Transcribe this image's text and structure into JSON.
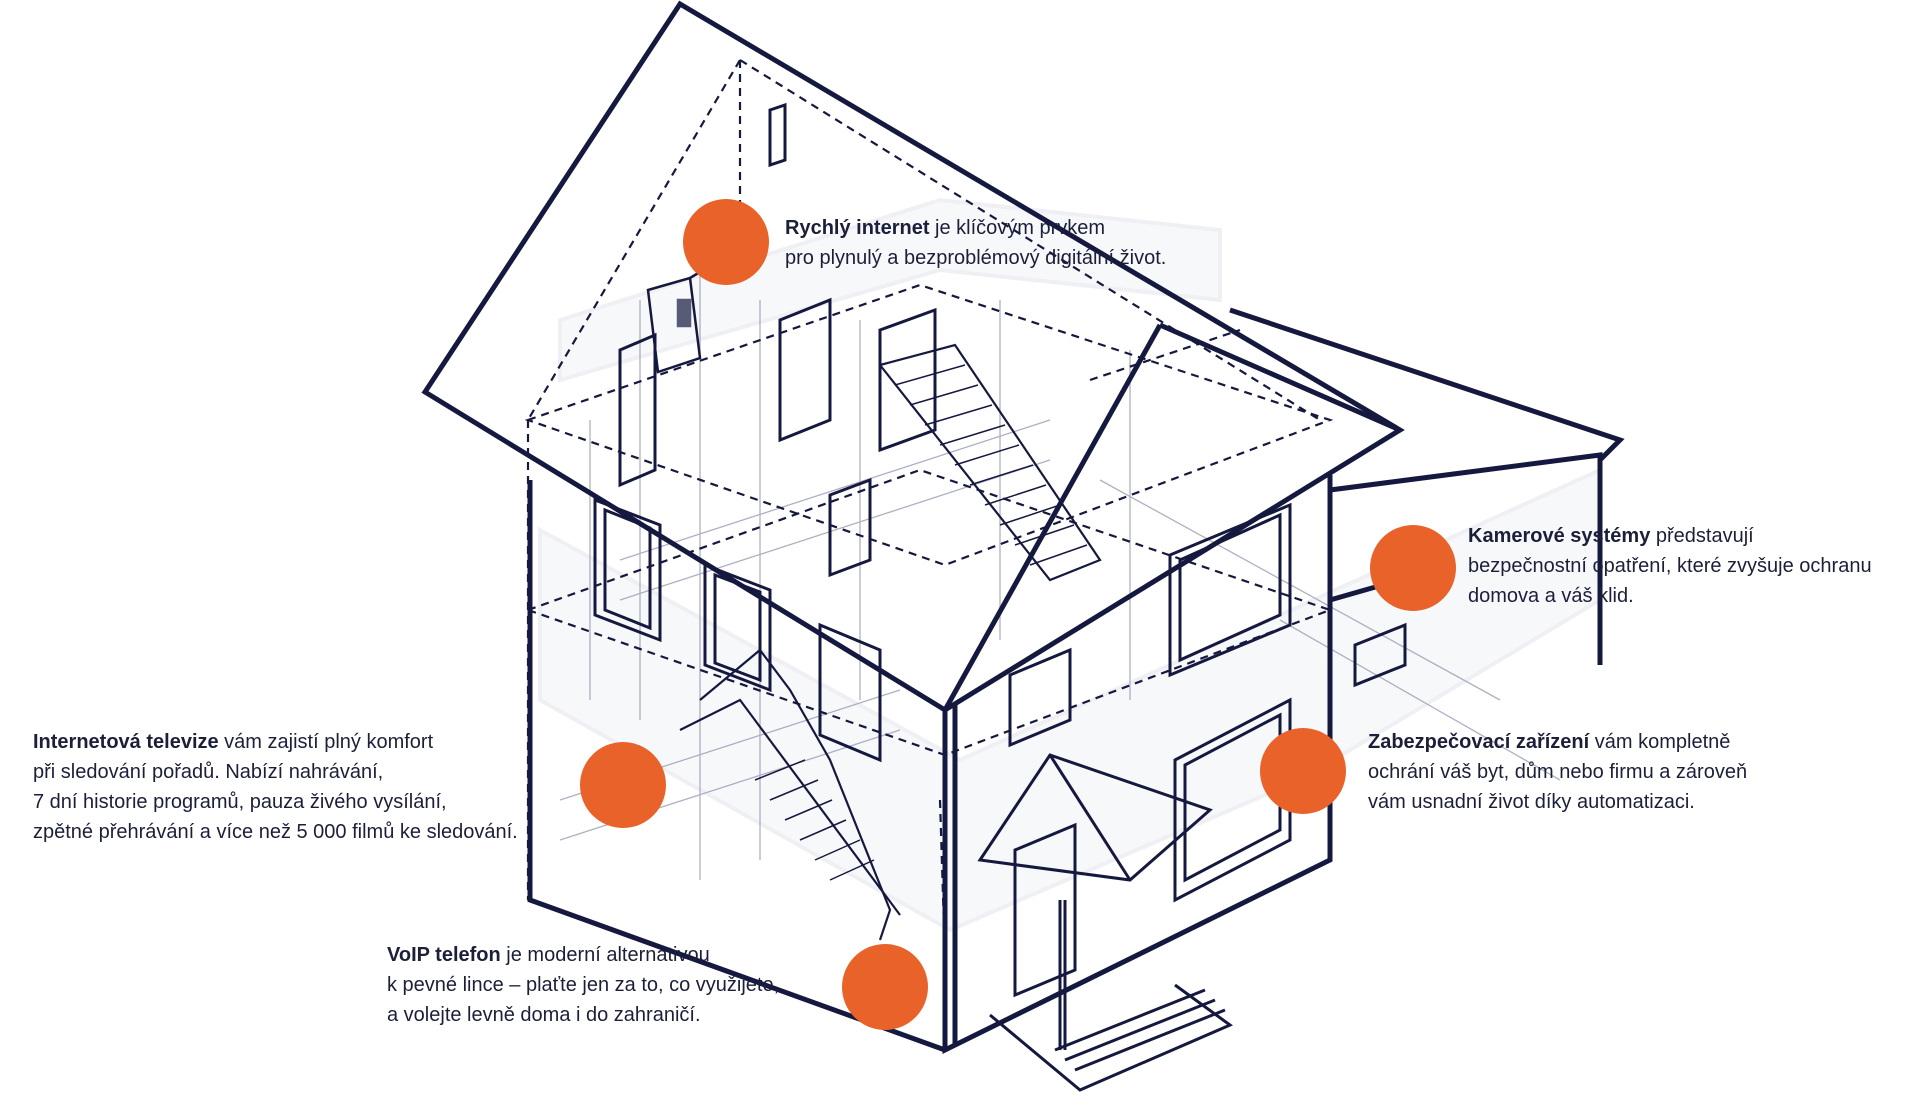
{
  "colors": {
    "line": "#16193f",
    "accent": "#e8622a",
    "ghost": "#8f93ad"
  },
  "callouts": {
    "internet": {
      "title": "Rychlý internet",
      "line1_rest": " je klíčovým prvkem",
      "line2": "pro plynulý a bezproblémový digitální život."
    },
    "cameras": {
      "title": "Kamerové systémy",
      "line1_rest": " představují",
      "line2": "bezpečnostní opatření, které zvyšuje ochranu",
      "line3": "domova a váš klid."
    },
    "tv": {
      "title": "Internetová televize",
      "line1_rest": " vám zajistí plný komfort",
      "line2": "při sledování pořadů. Nabízí nahrávání,",
      "line3": "7 dní historie programů, pauza živého vysílání,",
      "line4": "zpětné přehrávání a více než 5 000 filmů ke sledování."
    },
    "security": {
      "title": "Zabezpečovací zařízení",
      "line1_rest": " vám kompletně",
      "line2": "ochrání váš byt, dům nebo firmu a zároveň",
      "line3": "vám usnadní život díky automatizaci."
    },
    "voip": {
      "title": "VoIP telefon",
      "line1_rest": " je moderní alternativou",
      "line2": "k pevné lince – plaťte jen za to, co využijete,",
      "line3": "a volejte levně doma i do zahraničí."
    }
  }
}
